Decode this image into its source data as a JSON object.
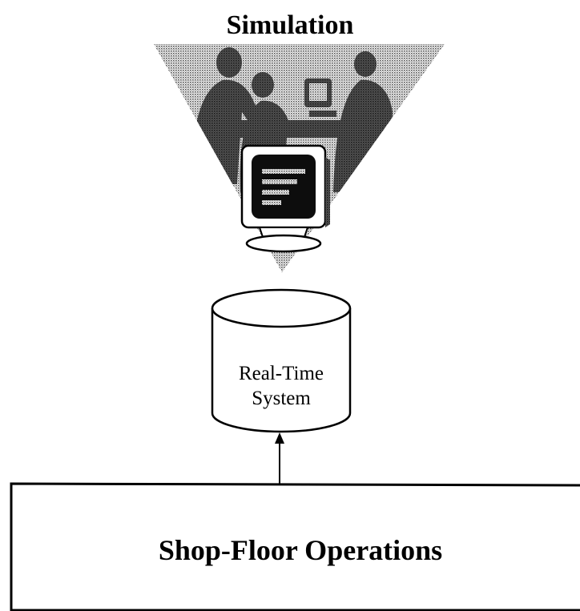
{
  "diagram": {
    "title": "Simulation",
    "database": {
      "line1": "Real-Time",
      "line2": "System"
    },
    "operations_label": "Shop-Floor Operations"
  }
}
